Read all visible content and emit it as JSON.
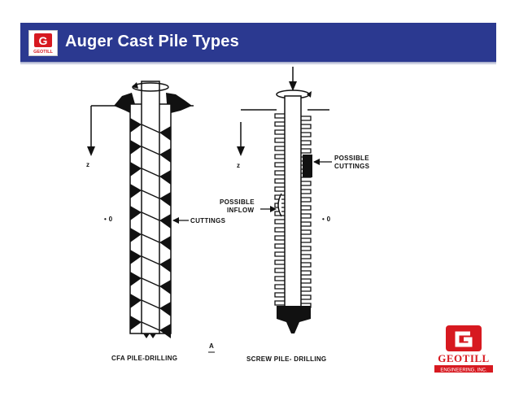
{
  "slide": {
    "title": "Auger Cast Pile Types"
  },
  "logo": {
    "letter": "G",
    "name": "GEOTILL",
    "tagline": "ENGINEERING, INC.",
    "color_red": "#d71920",
    "color_white": "#ffffff"
  },
  "diagram": {
    "axis_label_left": "z",
    "axis_label_right": "z",
    "marker_left": "• 0",
    "marker_right": "• 0",
    "cuttings": "CUTTINGS",
    "possible_cuttings_line1": "POSSIBLE",
    "possible_cuttings_line2": "CUTTINGS",
    "possible_inflow_line1": "POSSIBLE",
    "possible_inflow_line2": "INFLOW",
    "caption_left": "CFA PILE-DRILLING",
    "caption_center": "A",
    "caption_right": "SCREW PILE- DRILLING"
  },
  "colors": {
    "title_bar": "#2b3990",
    "title_text": "#ffffff"
  }
}
